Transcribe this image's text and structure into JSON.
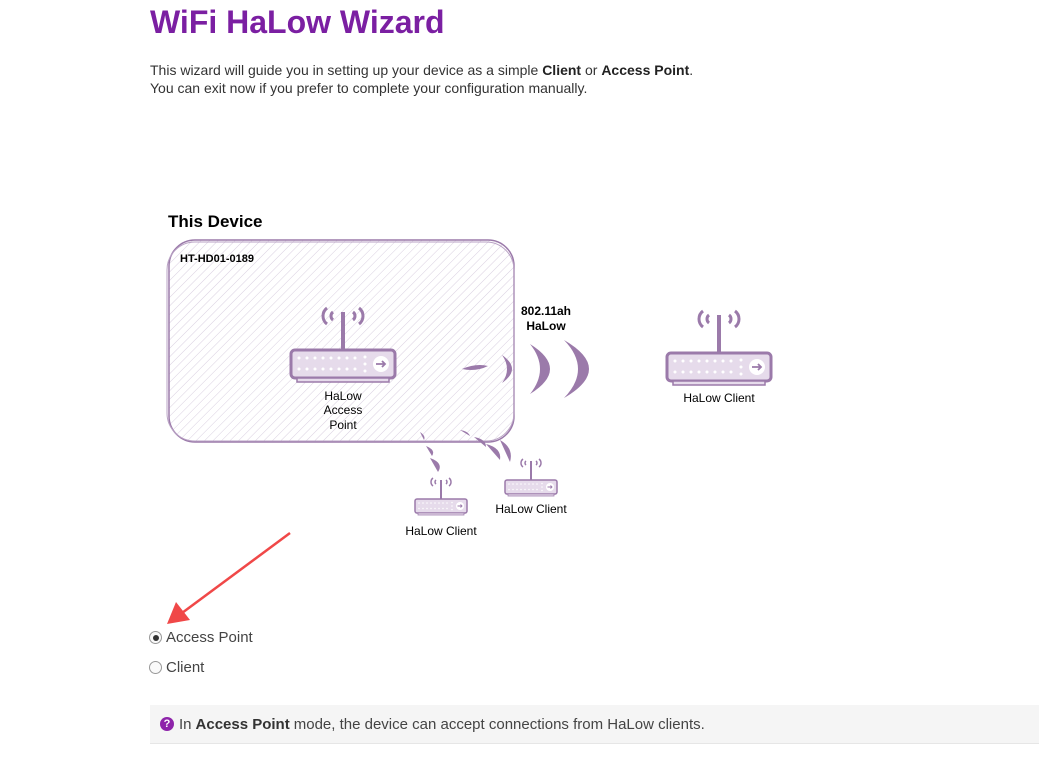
{
  "header": {
    "title": "WiFi HaLow Wizard"
  },
  "intro": {
    "line1_prefix": "This wizard will guide you in setting up your device as a simple",
    "client": "Client",
    "or": "or",
    "access_point": "Access Point",
    "line1_suffix": ".",
    "line2": "You can exit now if you prefer to complete your configuration manually."
  },
  "diagram": {
    "this_device": "This Device",
    "device_name": "HT-HD01-0189",
    "ap_label": [
      "HaLow",
      "Access",
      "Point"
    ],
    "link_label": [
      "802.11ah",
      "HaLow"
    ],
    "client_labels": [
      "HaLow Client",
      "HaLow Client",
      "HaLow Client"
    ],
    "accent_color": "#9b7aaa"
  },
  "mode": {
    "options": [
      {
        "label": "Access Point",
        "checked": true
      },
      {
        "label": "Client",
        "checked": false
      }
    ]
  },
  "info": {
    "prefix": "In",
    "mode": "Access Point",
    "suffix": "mode, the device can accept connections from HaLow clients."
  }
}
